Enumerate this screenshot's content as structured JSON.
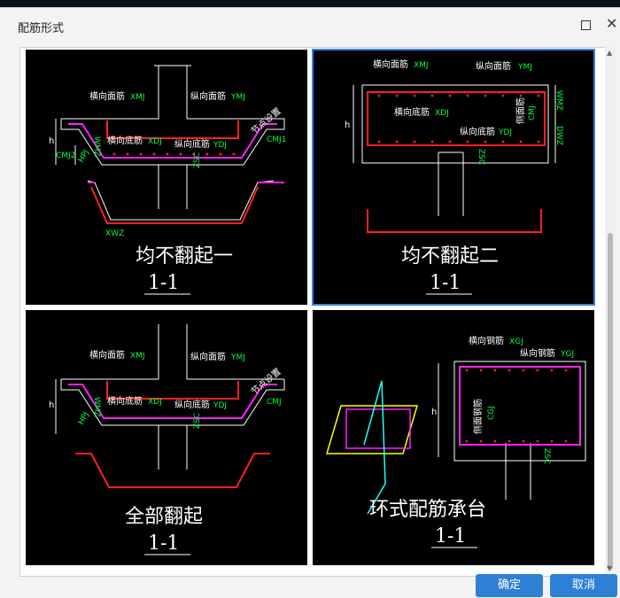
{
  "dialog": {
    "title": "配筋形式",
    "ok_label": "确定",
    "cancel_label": "取消"
  },
  "options": [
    {
      "caption": "均不翻起一",
      "section": "1-1",
      "selected": false,
      "labels": {
        "top_transverse": "横向面筋",
        "top_transverse_code": "XMJ",
        "top_longitudinal": "纵向面筋",
        "top_longitudinal_code": "YMJ",
        "bottom_transverse": "横向底筋",
        "bottom_transverse_code": "XDJ",
        "bottom_longitudinal": "纵向底筋",
        "bottom_longitudinal_code": "YDJ",
        "side_note": "节点设置",
        "h": "h",
        "cmj2": "CMJ2",
        "cmj1": "CMJ1",
        "hpj": "HPJ",
        "zsc": "ZSC",
        "wmz": "WMZ",
        "xwz": "XWZ"
      }
    },
    {
      "caption": "均不翻起二",
      "section": "1-1",
      "selected": true,
      "labels": {
        "top_transverse": "横向面筋",
        "top_transverse_code": "XMJ",
        "top_longitudinal": "纵向面筋",
        "top_longitudinal_code": "YMJ",
        "bottom_transverse": "横向底筋",
        "bottom_transverse_code": "XDJ",
        "bottom_longitudinal": "纵向底筋",
        "bottom_longitudinal_code": "YDJ",
        "side_rebar": "侧面筋",
        "side_code": "CMJ",
        "h": "h",
        "wmz": "WMZ",
        "dwz": "DWZ",
        "zsc": "ZSC"
      }
    },
    {
      "caption": "全部翻起",
      "section": "1-1",
      "selected": false,
      "labels": {
        "top_transverse": "横向面筋",
        "top_transverse_code": "XMJ",
        "top_longitudinal": "纵向面筋",
        "top_longitudinal_code": "YMJ",
        "bottom_transverse": "横向底筋",
        "bottom_transverse_code": "XDJ",
        "bottom_longitudinal": "纵向底筋",
        "bottom_longitudinal_code": "YDJ",
        "side_note": "节点设置",
        "h": "h",
        "wmz": "WMZ",
        "cmj": "CMJ",
        "hpj": "HPJ",
        "zsc": "ZSC"
      }
    },
    {
      "caption": "环式配筋承台",
      "section": "1-1",
      "selected": false,
      "labels": {
        "transverse_rebar": "横向钢筋",
        "transverse_code": "XGJ",
        "longitudinal_rebar": "纵向钢筋",
        "longitudinal_code": "YGJ",
        "side_rebar": "侧面钢筋",
        "side_code": "CGJ",
        "h": "h",
        "zsc": "ZSC"
      }
    }
  ],
  "colors": {
    "rebar_red": "#ff2020",
    "magenta": "#ff20ff",
    "code_green": "#00ff40",
    "selection_blue": "#3c7fe0",
    "button_blue": "#2f7fd6"
  }
}
